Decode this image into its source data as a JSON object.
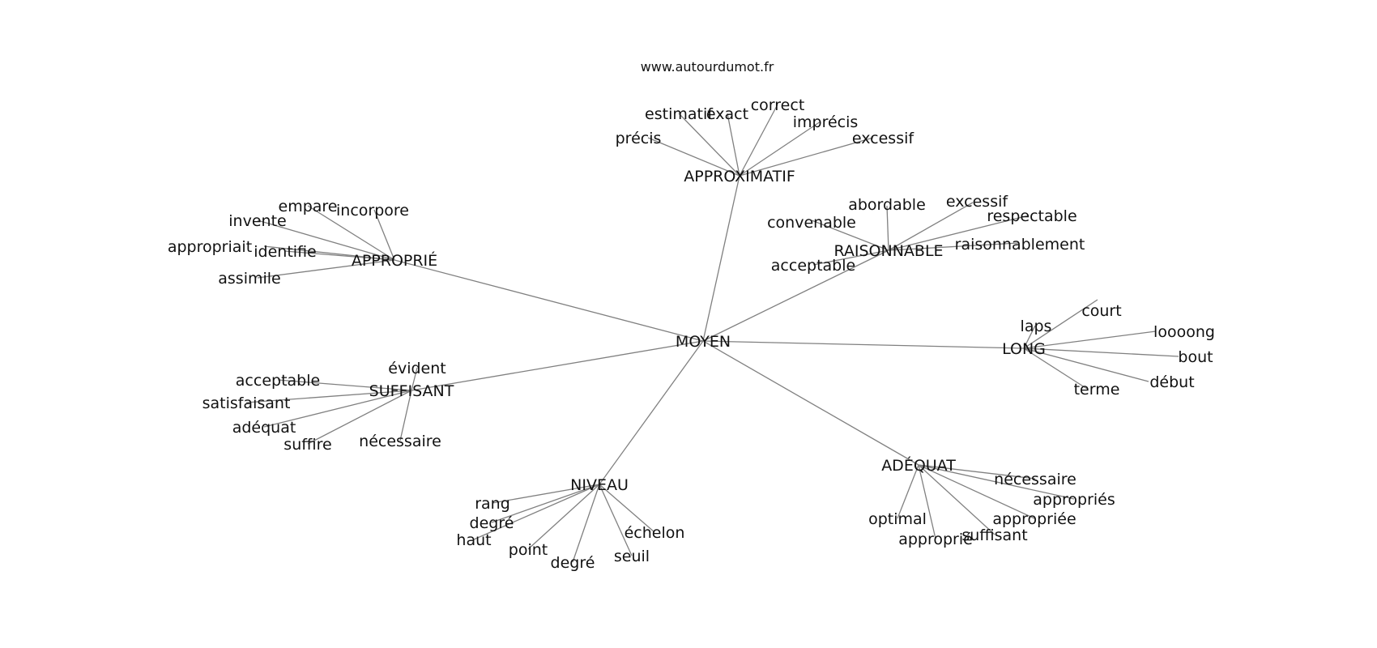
{
  "source_url": "www.autourdumot.fr",
  "colors": {
    "edge": "#808080",
    "text": "#111111",
    "background": "#ffffff"
  },
  "graph": {
    "center": "MOYEN",
    "hubs": [
      {
        "word": "APPROXIMATIF",
        "neighbors": [
          "estimatif",
          "exact",
          "correct",
          "imprécis",
          "précis",
          "excessif"
        ]
      },
      {
        "word": "APPROPRIÉ",
        "neighbors": [
          "empare",
          "incorpore",
          "invente",
          "appropriait",
          "identifie",
          "assimile"
        ]
      },
      {
        "word": "RAISONNABLE",
        "neighbors": [
          "abordable",
          "excessif",
          "convenable",
          "respectable",
          "raisonnablement",
          "acceptable"
        ]
      },
      {
        "word": "LONG",
        "neighbors": [
          "court",
          "laps",
          "loooong",
          "bout",
          "début",
          "terme"
        ]
      },
      {
        "word": "SUFFISANT",
        "neighbors": [
          "évident",
          "acceptable",
          "satisfaisant",
          "adéquat",
          "suffire",
          "nécessaire"
        ]
      },
      {
        "word": "NIVEAU",
        "neighbors": [
          "rang",
          "degré",
          "haut",
          "point",
          "degré",
          "seuil",
          "échelon"
        ]
      },
      {
        "word": "ADÉQUAT",
        "neighbors": [
          "nécessaire",
          "appropriés",
          "appropriée",
          "suffisant",
          "optimal",
          "approprié"
        ]
      }
    ]
  }
}
